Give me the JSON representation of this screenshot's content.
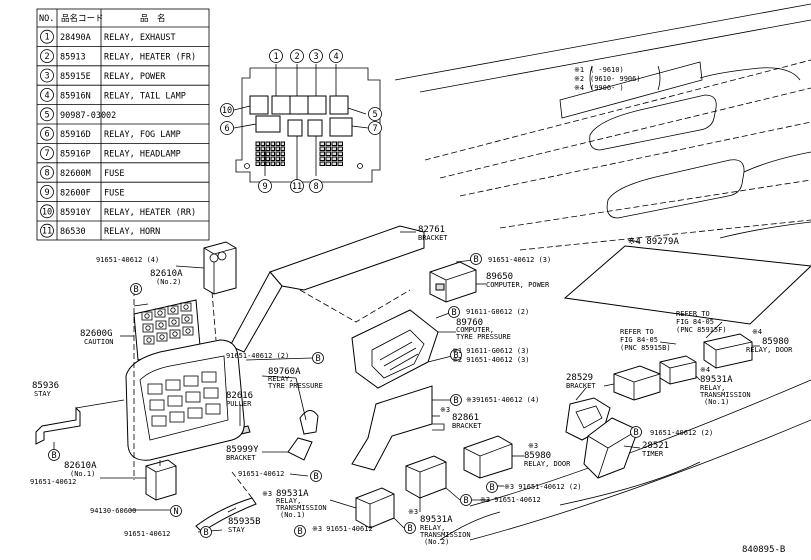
{
  "table": {
    "headers": [
      "NO.",
      "品名コード",
      "品　名"
    ],
    "rows": [
      {
        "no": "1",
        "code": "28490A",
        "name": "RELAY, EXHAUST"
      },
      {
        "no": "2",
        "code": "85913",
        "name": "RELAY, HEATER (FR)"
      },
      {
        "no": "3",
        "code": "85915E",
        "name": "RELAY, POWER"
      },
      {
        "no": "4",
        "code": "85916N",
        "name": "RELAY, TAIL LAMP"
      },
      {
        "no": "5",
        "code": "90987-03002",
        "name": ""
      },
      {
        "no": "6",
        "code": "85916D",
        "name": "RELAY, FOG LAMP"
      },
      {
        "no": "7",
        "code": "85916P",
        "name": "RELAY, HEADLAMP"
      },
      {
        "no": "8",
        "code": "82600M",
        "name": "FUSE"
      },
      {
        "no": "9",
        "code": "82600F",
        "name": "FUSE"
      },
      {
        "no": "10",
        "code": "85910Y",
        "name": "RELAY, HEATER (RR)"
      },
      {
        "no": "11",
        "code": "86530",
        "name": "RELAY, HORN"
      }
    ]
  },
  "relay_box": {
    "top_numbers": [
      "1",
      "2",
      "3",
      "4"
    ],
    "left_numbers": [
      "10",
      "6"
    ],
    "right_numbers": [
      "5",
      "7"
    ],
    "bottom_numbers": [
      "9",
      "11",
      "8"
    ]
  },
  "legend": {
    "lines": [
      {
        "mark": "※1",
        "range": "(      -9610)"
      },
      {
        "mark": "※2",
        "range": "(9610-   9906)"
      },
      {
        "mark": "※4",
        "range": "(9906-      )"
      }
    ]
  },
  "bolt_symbol": "B",
  "nut_symbol": "N",
  "labels": {
    "p82761": "82761",
    "p82761_name": "BRACKET",
    "p91651_3a": "91651-40612 (3)",
    "p89650": "89650",
    "p89650_name": "COMPUTER, POWER",
    "p91611_2": "91611-G0612 (2)",
    "p89760": "89760",
    "p89760_n1": "COMPUTER,",
    "p89760_n2": "TYRE PRESSURE",
    "p91611_3": "※1  91611-G0612 (3)",
    "p91651_3b": "※2  91651-40612 (3)",
    "p91651_4b": "※391651-40612 (4)",
    "p82861": "82861",
    "p82861_mark": "※3",
    "p82861_name": "BRACKET",
    "p85980a_mark": "※3",
    "p85980a": "85980",
    "p85980a_name": "RELAY, DOOR",
    "p91651_2c": "※3 91651-40612 (2)",
    "p91651_d": "※3 91651-40612",
    "p89531a_mark": "※3",
    "p89531a": "89531A",
    "p89531a_n1": "RELAY,",
    "p89531a_n2": "TRANSMISSION",
    "p89531a_n3": "(No.2)",
    "p91651_e": "※3 91651-40612",
    "p89531b_mark": "※3",
    "p89531b": "89531A",
    "p89531b_n1": "RELAY,",
    "p89531b_n2": "TRANSMISSION",
    "p89531b_n3": "(No.1)",
    "p89279a": "※4 89279A",
    "ref1_l1": "REFER TO",
    "ref1_l2": "FIG 84-05",
    "ref1_l3": "(PNC 85915B)",
    "ref2_l1": "REFER TO",
    "ref2_l2": "FIG 84-05",
    "ref2_l3": "(PNC 85915F)",
    "p85980b_mark": "※4",
    "p85980b": "85980",
    "p85980b_name": "RELAY, DOOR",
    "p89531c_mark": "※4",
    "p89531c": "89531A",
    "p89531c_n1": "RELAY,",
    "p89531c_n2": "TRANSMISSION",
    "p89531c_n3": "(No.1)",
    "p28529": "28529",
    "p28529_name": "BRACKET",
    "p91651_2d": "91651-40612 (2)",
    "p28521": "28521",
    "p28521_name": "TIMER",
    "p91651_4a": "91651-40612 (4)",
    "p82610a2": "82610A",
    "p82610a2_n": "(No.2)",
    "p82600g": "82600G",
    "p82600g_n": "CAUTION",
    "p91651_2a": "91651-40612 (2)",
    "p89760a": "89760A",
    "p89760a_n1": "RELAY,",
    "p89760a_n2": "TYRE PRESSURE",
    "p82616": "82616",
    "p82616_n": "PULLER",
    "p85999y": "85999Y",
    "p85999y_n": "BRACKET",
    "p91651_f": "91651-40612",
    "p85936": "85936",
    "p85936_n": "STAY",
    "p91651_g": "91651-40612",
    "p82610a1": "82610A",
    "p82610a1_n": "(No.1)",
    "p94130": "94130-60600",
    "p85935b": "85935B",
    "p85935b_n": "STAY",
    "p91651_h": "91651-40612",
    "figure_code": "840895-B"
  }
}
